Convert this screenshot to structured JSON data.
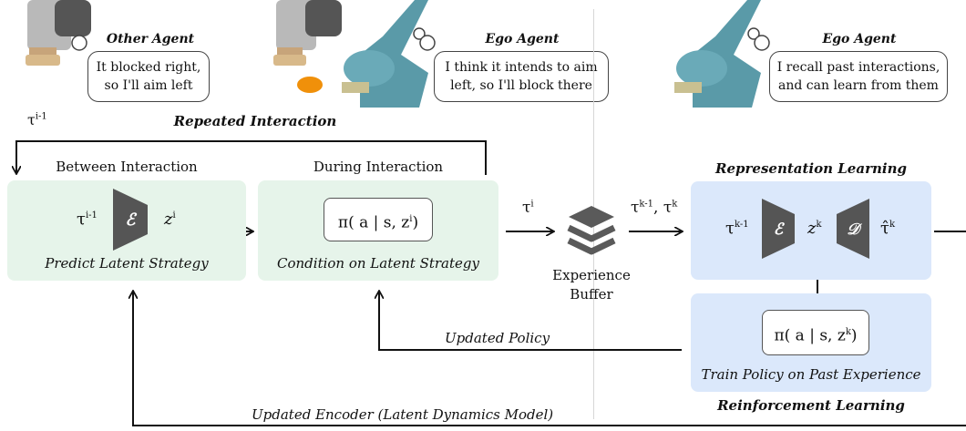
{
  "speech": {
    "other_agent": {
      "title": "Other Agent",
      "text": "It blocked right, so I'll aim left"
    },
    "ego_agent_1": {
      "title": "Ego Agent",
      "text": "I think it intends to aim left, so I'll block there"
    },
    "ego_agent_2": {
      "title": "Ego Agent",
      "text": "I recall past interactions, and can learn from them"
    }
  },
  "labels": {
    "repeated_interaction": "Repeated Interaction",
    "tau_prev": "τ",
    "tau_prev_sup": "i-1",
    "between_interaction": "Between Interaction",
    "during_interaction": "During Interaction",
    "predict_latent": "Predict Latent Strategy",
    "condition_latent": "Condition on Latent Strategy",
    "encoder_symbol": "ℰ",
    "decoder_symbol": "𝒟",
    "z": "z",
    "z_sup_i": "i",
    "z_sup_k": "k",
    "tau_i": "τ",
    "tau_i_sup": "i",
    "tau_k_pair": "τ",
    "tau_k_pair_sup1": "k-1",
    "tau_k_pair_mid": ", τ",
    "tau_k_pair_sup2": "k",
    "tau_k_prev": "τ",
    "tau_k_prev_sup": "k-1",
    "tau_hat": "τ̂",
    "tau_hat_sup": "k",
    "policy_i": "π( a | s, z",
    "policy_i_sup": "i",
    "policy_k": "π( a | s, z",
    "policy_k_sup": "k",
    "close_paren": ")",
    "experience_buffer": "Experience Buffer",
    "representation_learning": "Representation Learning",
    "reinforcement_learning": "Reinforcement Learning",
    "train_policy": "Train Policy on Past Experience",
    "updated_policy": "Updated Policy",
    "updated_encoder": "Updated Encoder (Latent Dynamics Model)"
  },
  "colors": {
    "green_panel": "#e6f4ea",
    "blue_panel": "#dbe8fb",
    "encoder_fill": "#555555",
    "orange_puck": "#f0900a",
    "teal_robot": "#5a9aa8",
    "stack_icon": "#5a5a5a"
  }
}
